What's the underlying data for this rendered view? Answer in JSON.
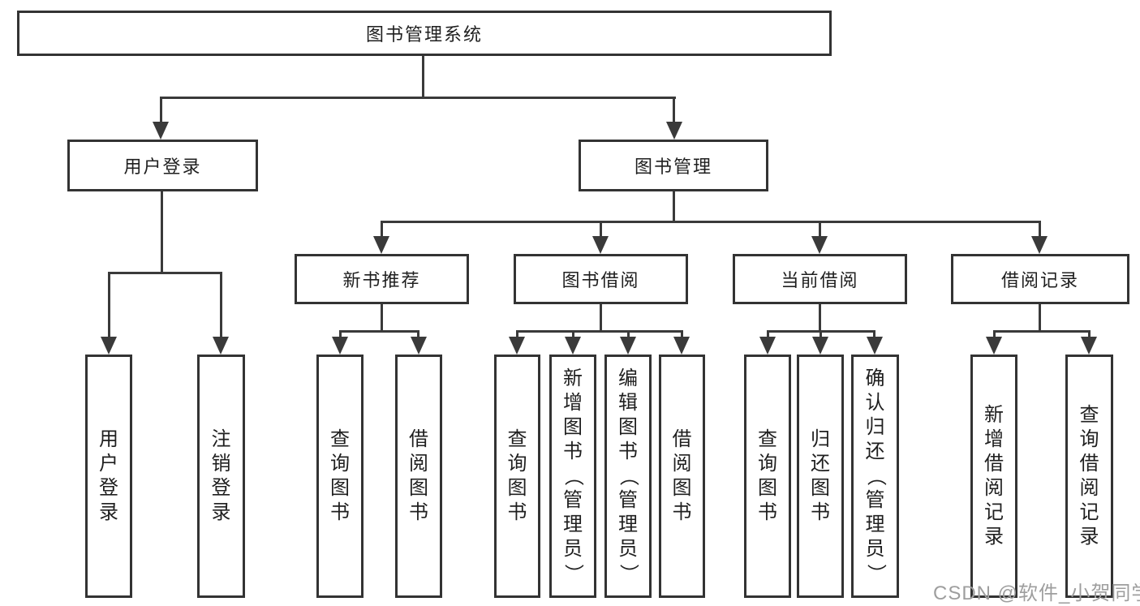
{
  "nodes": {
    "root": "图书管理系统",
    "branches": [
      {
        "label": "用户登录",
        "children": [
          "用户登录",
          "注销登录"
        ]
      },
      {
        "label": "图书管理",
        "children": [
          {
            "label": "新书推荐",
            "children": [
              "查询图书",
              "借阅图书"
            ]
          },
          {
            "label": "图书借阅",
            "children": [
              "查询图书",
              "新增图书（管理员）",
              "编辑图书（管理员）",
              "借阅图书"
            ]
          },
          {
            "label": "当前借阅",
            "children": [
              "查询图书",
              "归还图书",
              "确认归还（管理员）"
            ]
          },
          {
            "label": "借阅记录",
            "children": [
              "新增借阅记录",
              "查询借阅记录"
            ]
          }
        ]
      }
    ]
  },
  "watermark": {
    "text": "CSDN @软件_小贺同学"
  },
  "colors": {
    "background": "#ffffff",
    "box_border": "#333333",
    "connector_line": "#3a3a3a",
    "text": "#1f1f1f",
    "watermark": "#9e9e9e"
  }
}
